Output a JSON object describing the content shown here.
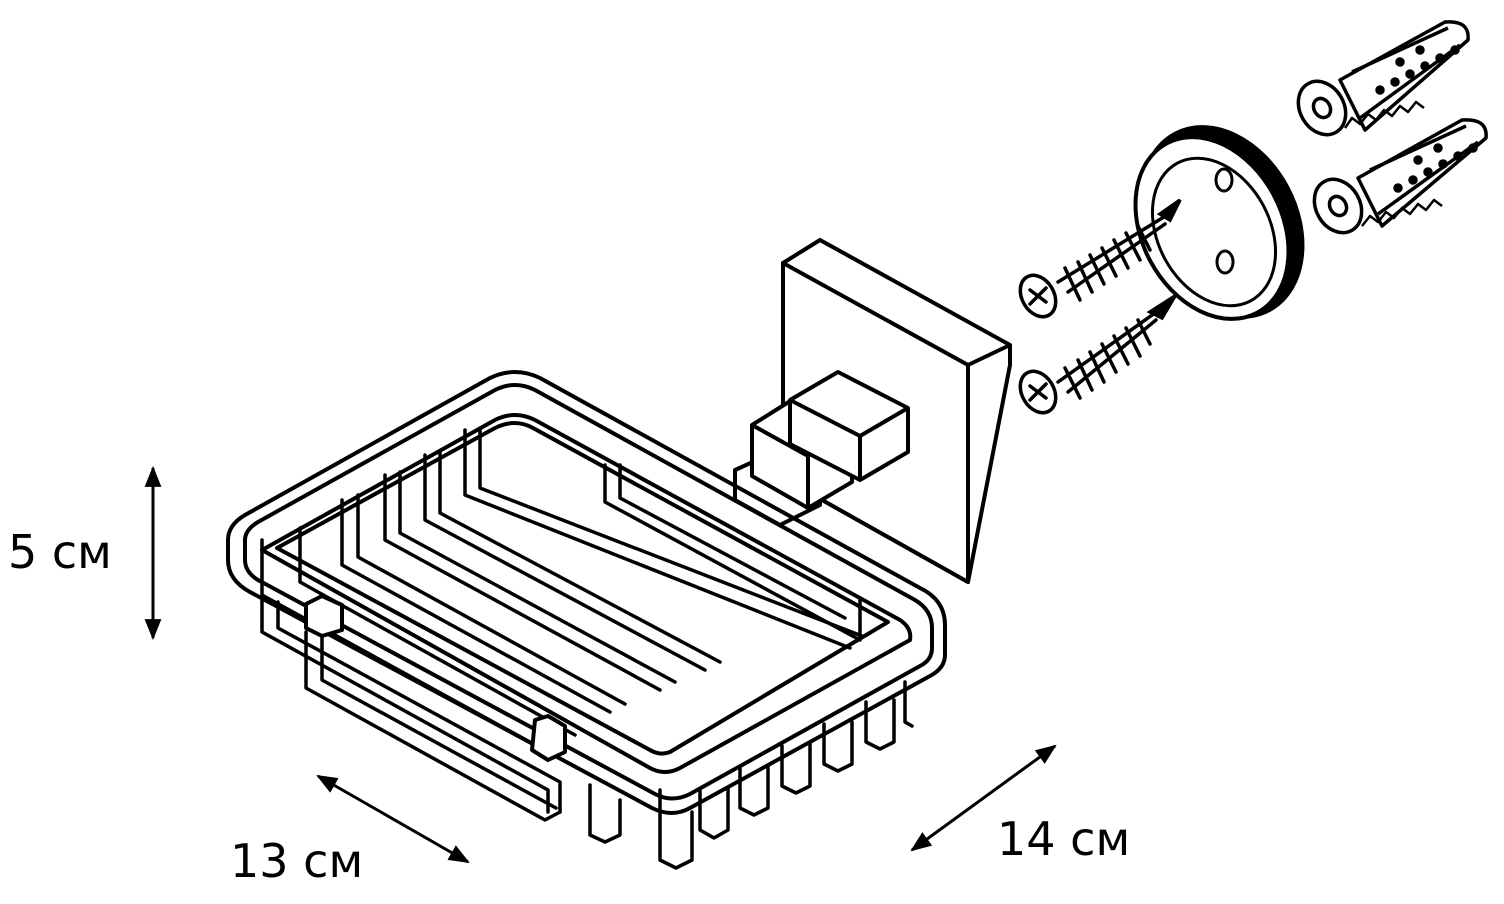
{
  "dimensions": {
    "height": "5 см",
    "depth": "13 см",
    "width": "14 см"
  },
  "colors": {
    "line": "#000000",
    "background": "#ffffff"
  },
  "parts": [
    "soap-basket",
    "wall-plate",
    "mounting-block",
    "wall-flange",
    "screws",
    "wall-anchors"
  ]
}
